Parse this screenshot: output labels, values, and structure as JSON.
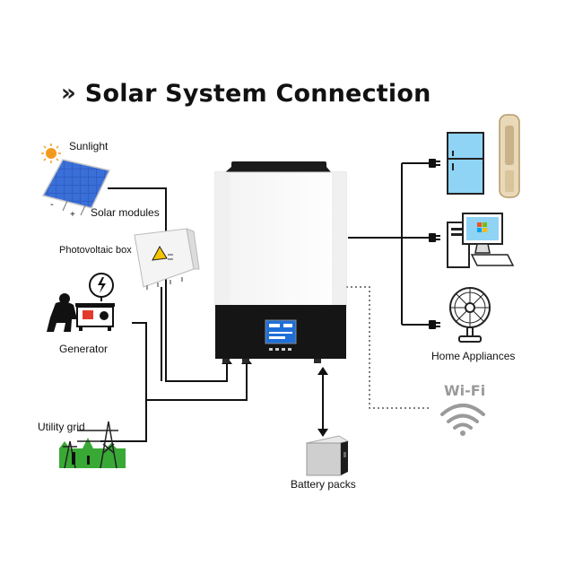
{
  "title": {
    "text": "Solar System Connection",
    "chevron": "»"
  },
  "labels": {
    "sunlight": "Sunlight",
    "solar_modules": "Solar modules",
    "photovoltaic_box": "Photovoltaic box",
    "generator": "Generator",
    "utility_grid": "Utility grid",
    "home_appliances": "Home Appliances",
    "battery_packs": "Battery packs",
    "wifi": "Wi-Fi"
  },
  "panel_marks": {
    "minus": "-",
    "plus": "+"
  },
  "icons": {
    "sun": "sun-icon",
    "solar_panel": "solar-panel-icon",
    "pv_box": "photovoltaic-box-icon",
    "generator": "generator-worker-icon",
    "pylon": "power-pylon-icon",
    "inverter": "inverter-icon",
    "fridge": "refrigerator-icon",
    "air_conditioner": "air-conditioner-icon",
    "computer": "desktop-computer-icon",
    "fan": "electric-fan-icon",
    "battery": "battery-pack-icon",
    "wifi": "wifi-icon",
    "plug": "plug-icon"
  },
  "colors": {
    "panel_blue": "#2f5fc6",
    "appliance_blue": "#8fd3f5",
    "grass_green": "#39a935",
    "sun_orange": "#f39a1e",
    "line": "#111111",
    "wifi_gray": "#9a9a9a"
  }
}
